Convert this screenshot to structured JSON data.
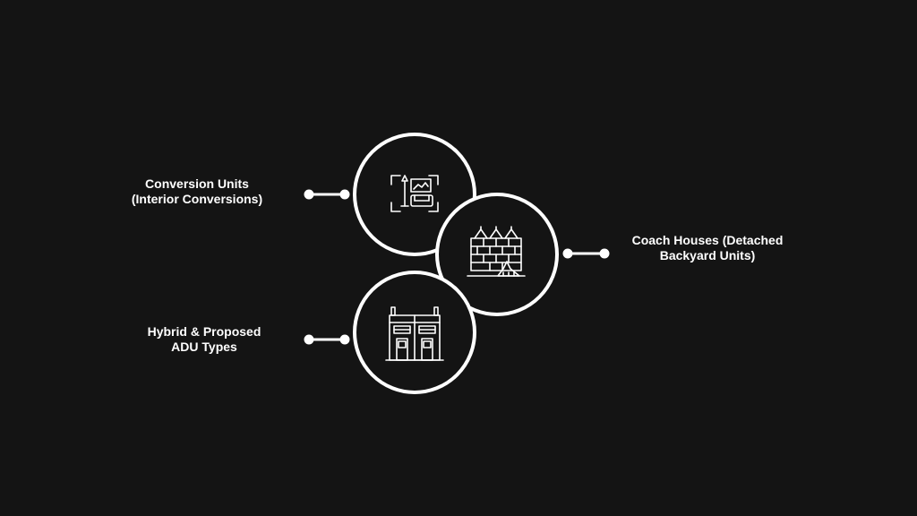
{
  "nodes": [
    {
      "id": "conversion",
      "label_line1": "Conversion Units",
      "label_line2": "(Interior Conversions)",
      "icon": "living-room-icon"
    },
    {
      "id": "coach",
      "label_line1": "Coach Houses (Detached",
      "label_line2": "Backyard Units)",
      "icon": "fence-brick-wall-icon"
    },
    {
      "id": "hybrid",
      "label_line1": "Hybrid & Proposed",
      "label_line2": "ADU Types",
      "icon": "townhouse-icon"
    }
  ],
  "colors": {
    "background": "#141414",
    "stroke": "#ffffff",
    "text": "#ffffff"
  }
}
